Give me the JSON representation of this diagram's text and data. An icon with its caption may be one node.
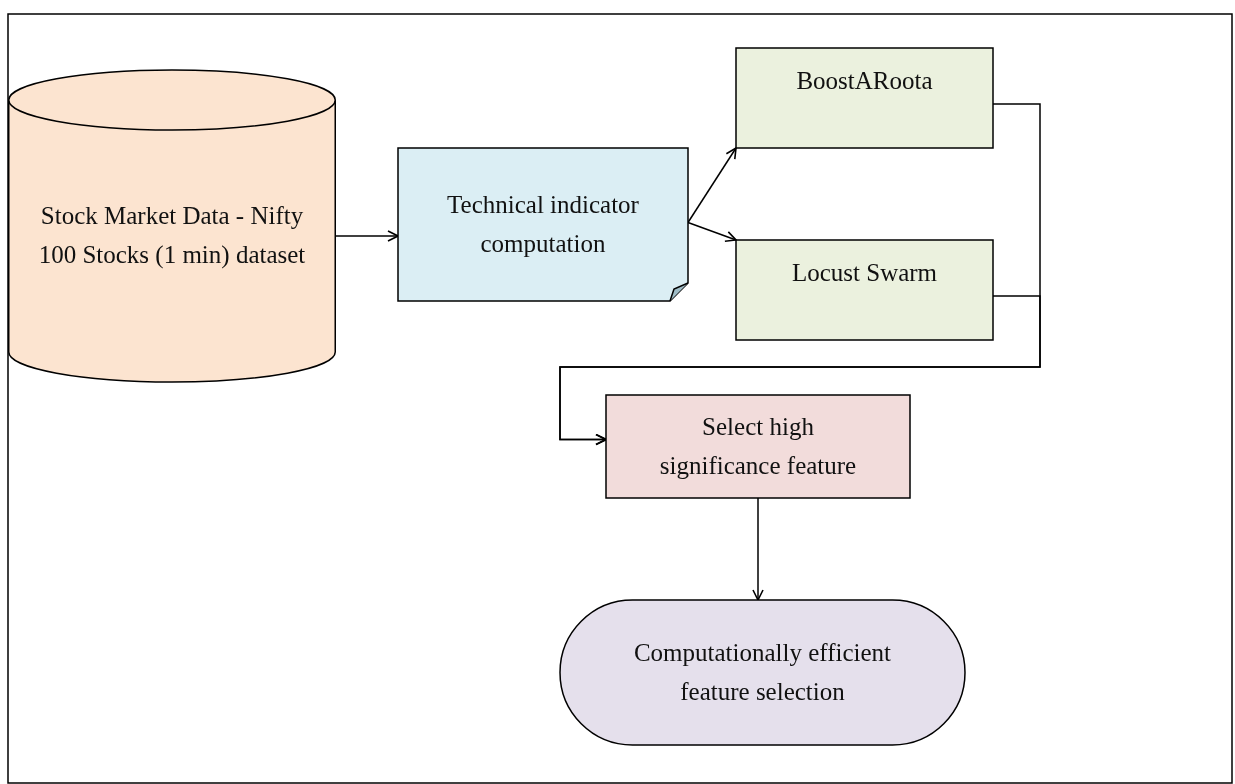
{
  "diagram": {
    "nodes": [
      {
        "text": [
          "Stock Market Data - Nifty 100 Stocks (1 min) dataset"
        ]
      },
      {
        "text": [
          "Technical indicator computation"
        ]
      },
      {
        "text": [
          "BoostARoota"
        ]
      },
      {
        "text": [
          "Locust Swarm"
        ]
      },
      {
        "text": [
          "Select high significance feature"
        ]
      },
      {
        "text": [
          "Computationally efficient feature selection"
        ]
      }
    ],
    "edges": [
      {
        "from": 0,
        "to": 1,
        "arrow": "to"
      },
      {
        "from": 1,
        "to": 2,
        "arrow": "to"
      },
      {
        "from": 1,
        "to": 3,
        "arrow": "to"
      },
      {
        "from": 2,
        "to": 4,
        "arrow": "to"
      },
      {
        "from": 3,
        "to": 4,
        "arrow": "to"
      },
      {
        "from": 4,
        "to": 5,
        "arrow": "to"
      }
    ]
  }
}
